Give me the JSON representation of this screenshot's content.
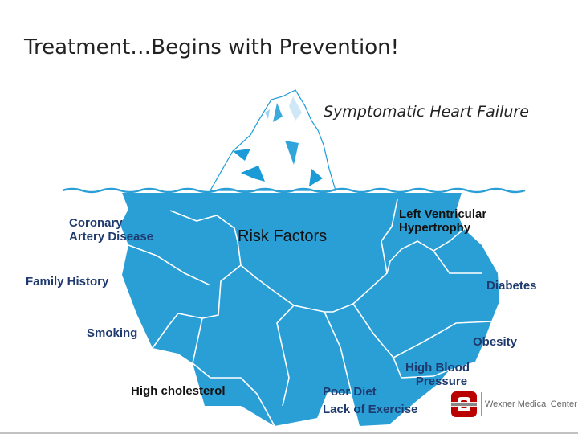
{
  "slide": {
    "title": "Treatment…Begins with Prevention!"
  },
  "diagram": {
    "tip_label": "Symptomatic Heart Failure",
    "center_label": "Risk Factors",
    "labels": {
      "coronary_line1": "Coronary",
      "coronary_line2": "Artery Disease",
      "lvh_line1": "Left Ventricular",
      "lvh_line2": "Hypertrophy",
      "family_history": "Family History",
      "diabetes": "Diabetes",
      "smoking": "Smoking",
      "obesity": "Obesity",
      "hbp_line1": "High Blood",
      "hbp_line2": "Pressure",
      "high_cholesterol": "High cholesterol",
      "poor_diet": "Poor Diet",
      "lack_of_exercise": "Lack of Exercise"
    },
    "colors": {
      "water_line": "#2a9fd6",
      "iceberg_underwater": "#2a9fd6",
      "crack_lines": "#ffffff",
      "label_text": "#1f3a6e"
    }
  },
  "logo": {
    "text": "Wexner Medical Center",
    "icon": "ohio-state-block-o-icon",
    "color": "#bb0000"
  }
}
